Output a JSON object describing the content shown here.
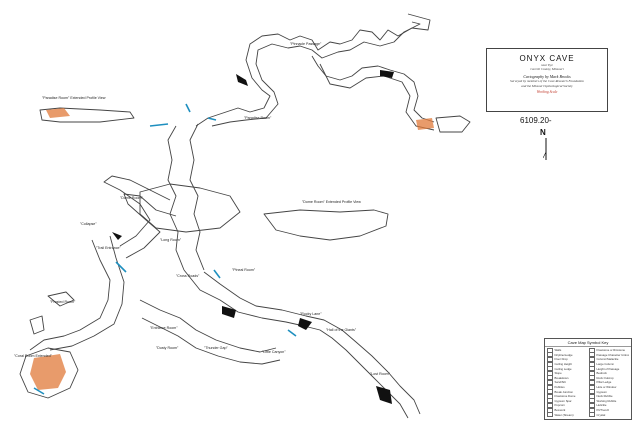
{
  "title_block": {
    "title": "ONYX CAVE",
    "subtitle": "near Eye",
    "county": "Carroll County, Missouri",
    "credit": "Cartography by Mark Brooks",
    "surveyed_by_line1": "Surveyed by members of the Cave Research Foundation",
    "surveyed_by_line2": "and the Missouri Speleological Society",
    "scale_label": "Working Scale"
  },
  "datum_label": "6109.20-",
  "north_label": "N",
  "labels": {
    "profile_top_left": "\"Paradise Room\" Extended Profile View",
    "profile_center": "\"Dome Room\" Extended Profile View",
    "pinnacle_passage": "\"Pinnacle Passage\"",
    "paradise_room": "\"Paradise Room\"",
    "dome_room": "\"Dome Room\"",
    "collapse": "\"Collapse\"",
    "long_room": "\"Long Room\"",
    "cross_roads": "\"Cross Roads\"",
    "pineal_room": "\"Pineal Room\"",
    "rocky_lane": "\"Rocky Lane\"",
    "hall_of_the_giants": "\"Hall of the Giants\"",
    "lost_room": "\"Lost Room\"",
    "entrance_room": "\"Entrance Room\"",
    "dusty_room": "\"Dusty Room\"",
    "thunder_gap": "\"Thunder Gap\"",
    "little_canyon": "\"Little Canyon\"",
    "coral_room": "\"Coral Room Extended\"",
    "first_room": "\"Frosted Room\"",
    "trail_entrance": "\"Trail Entrance\""
  },
  "legend": {
    "title": "Cave Map Symbol Key",
    "items": [
      "Walls",
      "Flowstone or Rimstone",
      "Dripline/Ledge",
      "Passage Character Unknown",
      "Floor Drop",
      "Column/Stalactite",
      "Ceiling Height",
      "Large Column",
      "Ceiling Ledge",
      "Height of Passage",
      "Slope",
      "Bedrock",
      "Breakdown",
      "Rock Outcrop",
      "Sand/Silt",
      "Pillar Ledge",
      "Pebbles",
      "Hole or Window",
      "Break Junction",
      "Gypsum",
      "Flowstone Dome",
      "Neck Rubble",
      "Gypsum Spar",
      "Working Rubble",
      "Popcorn",
      "Helictite",
      "Boxwork",
      "Pit/Trench",
      "Water (Stream)",
      "Crystal"
    ]
  },
  "colors": {
    "cave_line": "#333333",
    "water": "#1e8fbf",
    "highlight": "#e07a3a",
    "title_border": "#444444"
  }
}
